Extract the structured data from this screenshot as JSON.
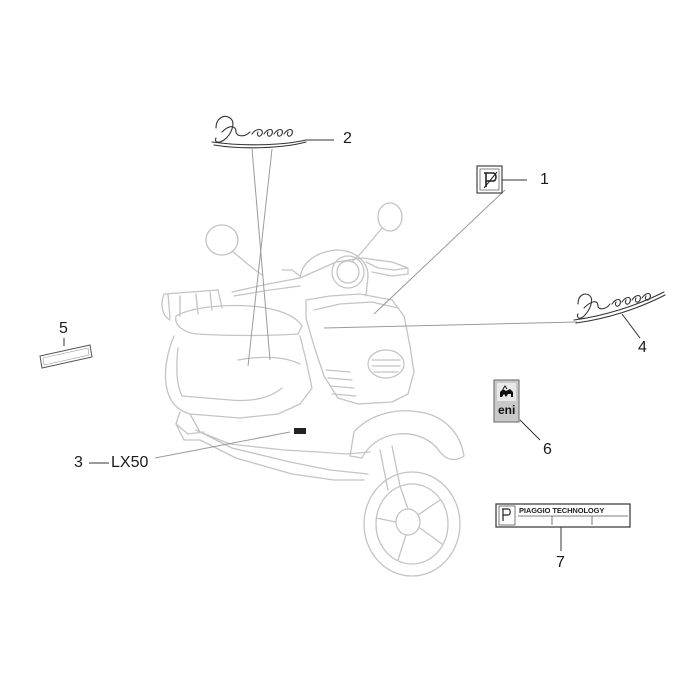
{
  "diagram": {
    "callouts": [
      {
        "id": "1",
        "label": "1"
      },
      {
        "id": "2",
        "label": "2"
      },
      {
        "id": "3",
        "label": "3"
      },
      {
        "id": "4",
        "label": "4"
      },
      {
        "id": "5",
        "label": "5"
      },
      {
        "id": "6",
        "label": "6"
      },
      {
        "id": "7",
        "label": "7"
      }
    ],
    "model_label": "LX50",
    "logo_script_text": "Vespa",
    "plate_text": "PIAGGIO TECHNOLOGY",
    "fuel_brand_text": "eni"
  },
  "colors": {
    "scooter_line": "#c6c6c6",
    "leader_line": "#9a9a9a",
    "text": "#1a1a1a"
  },
  "icons": [
    "piaggio-logo-icon",
    "eni-dog-icon"
  ]
}
